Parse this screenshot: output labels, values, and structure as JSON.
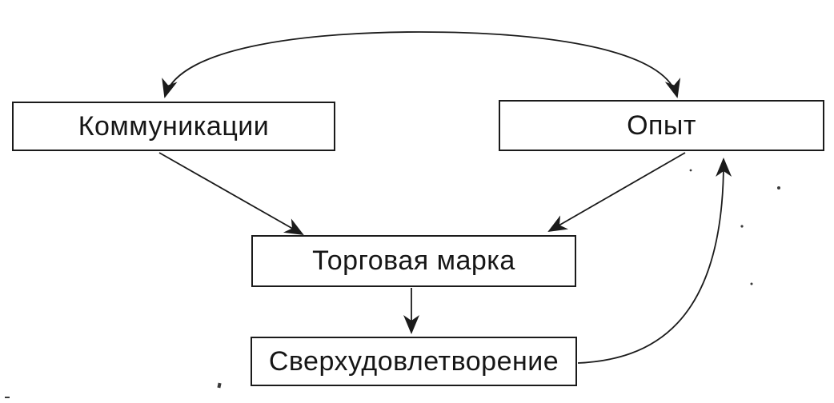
{
  "diagram": {
    "background_color": "#ffffff",
    "ink_color": "#1b1b1b",
    "nodes": {
      "communications": {
        "label": "Коммуникации"
      },
      "experience": {
        "label": "Опыт"
      },
      "brand": {
        "label": "Торговая марка"
      },
      "oversatisfaction": {
        "label": "Сверхудовлетворение"
      }
    },
    "edges": [
      {
        "from": "communications",
        "to": "experience",
        "style": "arc",
        "bidirectional": true
      },
      {
        "from": "communications",
        "to": "brand",
        "style": "straight",
        "bidirectional": false
      },
      {
        "from": "experience",
        "to": "brand",
        "style": "straight",
        "bidirectional": false
      },
      {
        "from": "brand",
        "to": "oversatisfaction",
        "style": "straight",
        "bidirectional": false
      },
      {
        "from": "oversatisfaction",
        "to": "experience",
        "style": "curved",
        "bidirectional": false
      }
    ]
  }
}
